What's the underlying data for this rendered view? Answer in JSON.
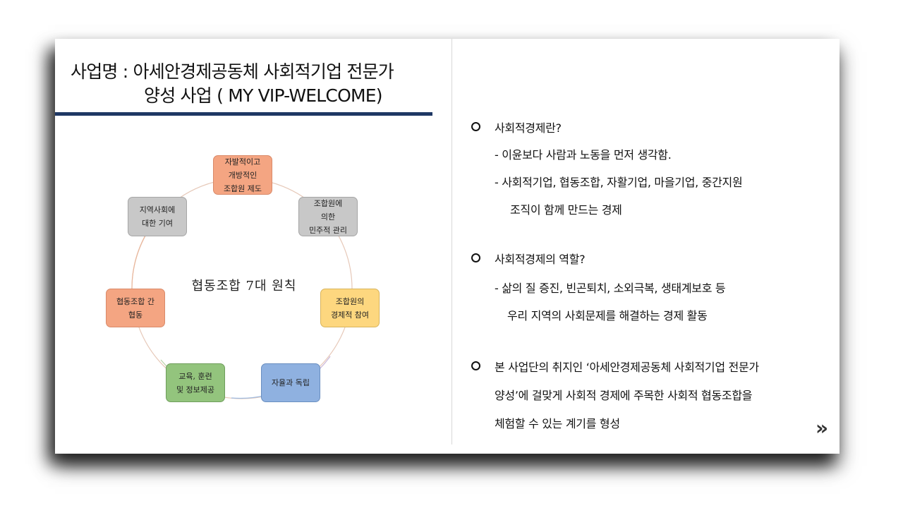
{
  "title": {
    "line1": "사업명 : 아세안경제공동체 사회적기업 전문가",
    "line2": "양성 사업 ( MY VIP-WELCOME)"
  },
  "diagram": {
    "center": "협동조합 7대 원칙",
    "nodes": [
      {
        "key": "top",
        "text": "자발적이고\n개방적인\n조합원 제도"
      },
      {
        "key": "upper-right",
        "text": "조합원에\n의한\n민주적 관리"
      },
      {
        "key": "right",
        "text": "조합원의\n경제적 참여"
      },
      {
        "key": "bottom-right",
        "text": "자율과 독립"
      },
      {
        "key": "bottom-left",
        "text": "교육, 훈련\n및 정보제공"
      },
      {
        "key": "left",
        "text": "협동조합 간\n협동"
      },
      {
        "key": "upper-left",
        "text": "지역사회에\n대한 기여"
      }
    ]
  },
  "content": {
    "b1_head": "사회적경제란?",
    "b1_sub1": "-  이윤보다 사람과 노동을 먼저 생각함.",
    "b1_sub2a": "-   사회적기업, 협동조합, 자활기업, 마을기업, 중간지원",
    "b1_sub2b": "조직이 함께 만드는 경제",
    "b2_head": "사회적경제의 역할?",
    "b2_sub1a": "-   삶의 질 증진, 빈곤퇴치, 소외극복, 생태계보호 등",
    "b2_sub1b": "우리 지역의 사회문제를 해결하는 경제 활동",
    "b3_line1": "본 사업단의 취지인 ‘아세안경제공동체 사회적기업 전문가",
    "b3_line2": "양성’에 걸맞게 사회적 경제에 주목한 사회적 협동조합을",
    "b3_line3": "체험할 수 있는 계기를 형성"
  },
  "nav": {
    "next_icon": "chevron-double-right-icon",
    "next_glyph": "»"
  },
  "colors": {
    "rule": "#1f3864",
    "orange": "#f4a582",
    "gray": "#c8c8c8",
    "yellow": "#fdd77f",
    "blue": "#8fb1e0",
    "green": "#93c47d"
  }
}
